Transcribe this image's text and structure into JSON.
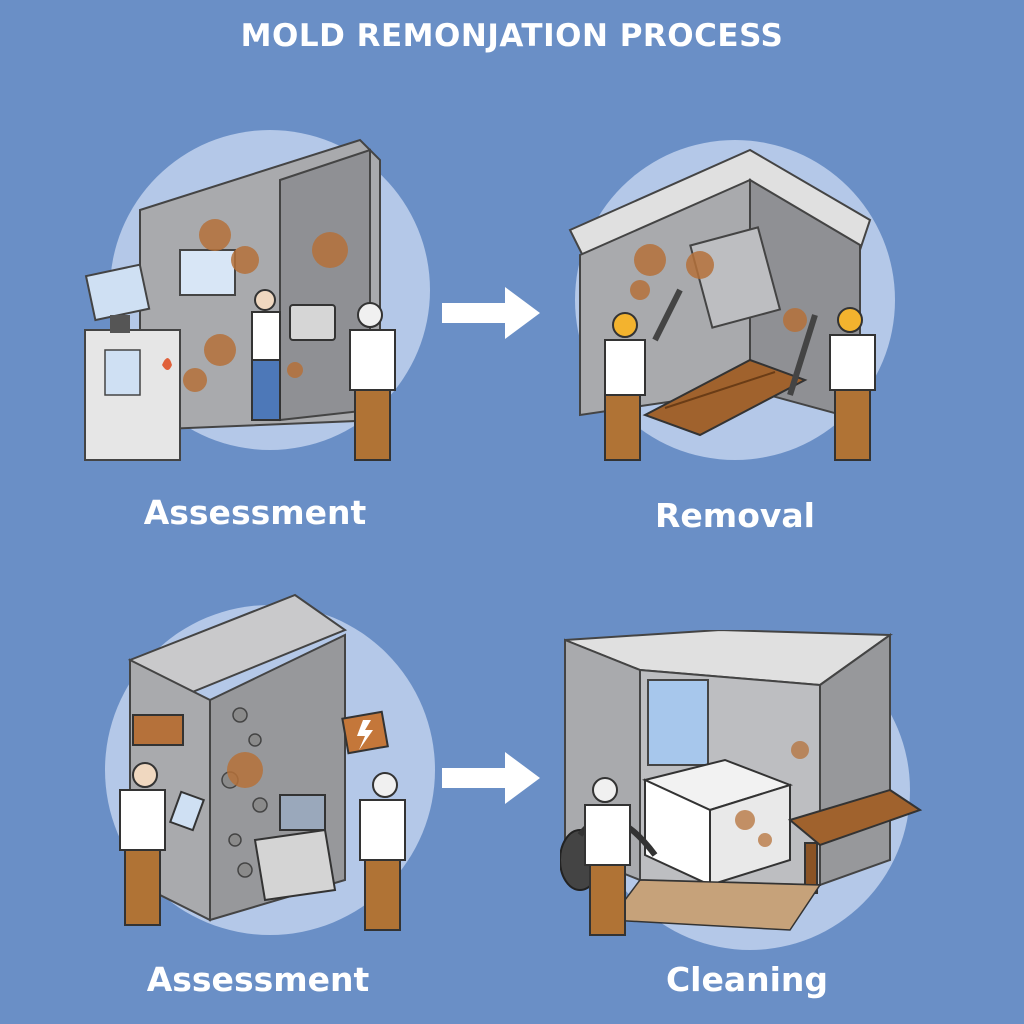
{
  "title": "MOLD REMONJATION PROCESS",
  "steps": [
    {
      "label": "Assessment",
      "scene": "inspector-with-tablet-and-mold-wall"
    },
    {
      "label": "Removal",
      "scene": "workers-removing-mold-boards"
    },
    {
      "label": "Assessment",
      "scene": "workers-testing-mold-wall"
    },
    {
      "label": "Cleaning",
      "scene": "worker-vacuuming-mold-room"
    }
  ],
  "colors": {
    "background": "#6a8fc6",
    "circle": "#b4c8e8",
    "wall": "#a9aaad",
    "mold": "#b5713a",
    "arrow": "#ffffff"
  },
  "icons": [
    "right-arrow-icon",
    "right-arrow-icon"
  ]
}
